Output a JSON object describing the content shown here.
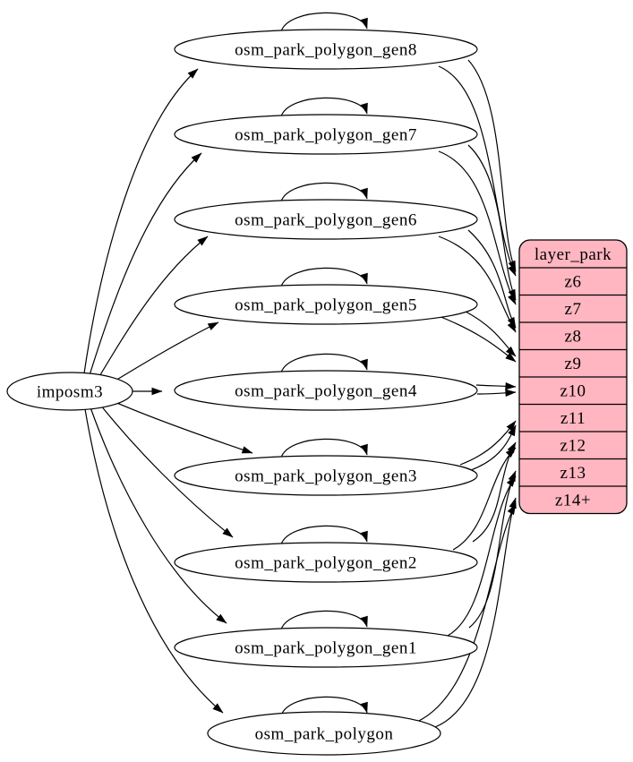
{
  "diagram": {
    "background": "#ffffff",
    "source": {
      "label": "imposm3"
    },
    "tables": [
      {
        "label": "osm_park_polygon_gen8",
        "feeds_zoom": "z6"
      },
      {
        "label": "osm_park_polygon_gen7",
        "feeds_zoom": "z7"
      },
      {
        "label": "osm_park_polygon_gen6",
        "feeds_zoom": "z8"
      },
      {
        "label": "osm_park_polygon_gen5",
        "feeds_zoom": "z9"
      },
      {
        "label": "osm_park_polygon_gen4",
        "feeds_zoom": "z10"
      },
      {
        "label": "osm_park_polygon_gen3",
        "feeds_zoom": "z11"
      },
      {
        "label": "osm_park_polygon_gen2",
        "feeds_zoom": "z12"
      },
      {
        "label": "osm_park_polygon_gen1",
        "feeds_zoom": "z13"
      },
      {
        "label": "osm_park_polygon",
        "feeds_zoom": "z14+"
      }
    ],
    "layer_table": {
      "header": "layer_park",
      "rows": [
        "z6",
        "z7",
        "z8",
        "z9",
        "z10",
        "z11",
        "z12",
        "z13",
        "z14+"
      ],
      "fill": "#ffb6c1",
      "stroke": "#000000"
    },
    "edges": [
      {
        "from": "imposm3",
        "to": "osm_park_polygon_gen8"
      },
      {
        "from": "imposm3",
        "to": "osm_park_polygon_gen7"
      },
      {
        "from": "imposm3",
        "to": "osm_park_polygon_gen6"
      },
      {
        "from": "imposm3",
        "to": "osm_park_polygon_gen5"
      },
      {
        "from": "imposm3",
        "to": "osm_park_polygon_gen4"
      },
      {
        "from": "imposm3",
        "to": "osm_park_polygon_gen3"
      },
      {
        "from": "imposm3",
        "to": "osm_park_polygon_gen2"
      },
      {
        "from": "imposm3",
        "to": "osm_park_polygon_gen1"
      },
      {
        "from": "imposm3",
        "to": "osm_park_polygon"
      },
      {
        "from": "osm_park_polygon_gen8",
        "to": "osm_park_polygon_gen8",
        "type": "self-loop"
      },
      {
        "from": "osm_park_polygon_gen7",
        "to": "osm_park_polygon_gen7",
        "type": "self-loop"
      },
      {
        "from": "osm_park_polygon_gen6",
        "to": "osm_park_polygon_gen6",
        "type": "self-loop"
      },
      {
        "from": "osm_park_polygon_gen5",
        "to": "osm_park_polygon_gen5",
        "type": "self-loop"
      },
      {
        "from": "osm_park_polygon_gen4",
        "to": "osm_park_polygon_gen4",
        "type": "self-loop"
      },
      {
        "from": "osm_park_polygon_gen3",
        "to": "osm_park_polygon_gen3",
        "type": "self-loop"
      },
      {
        "from": "osm_park_polygon_gen2",
        "to": "osm_park_polygon_gen2",
        "type": "self-loop"
      },
      {
        "from": "osm_park_polygon_gen1",
        "to": "osm_park_polygon_gen1",
        "type": "self-loop"
      },
      {
        "from": "osm_park_polygon",
        "to": "osm_park_polygon",
        "type": "self-loop"
      },
      {
        "from": "osm_park_polygon_gen8",
        "to": "layer_park:z6",
        "arrows": 2
      },
      {
        "from": "osm_park_polygon_gen7",
        "to": "layer_park:z7",
        "arrows": 2
      },
      {
        "from": "osm_park_polygon_gen6",
        "to": "layer_park:z8",
        "arrows": 2
      },
      {
        "from": "osm_park_polygon_gen5",
        "to": "layer_park:z9",
        "arrows": 2
      },
      {
        "from": "osm_park_polygon_gen4",
        "to": "layer_park:z10",
        "arrows": 2
      },
      {
        "from": "osm_park_polygon_gen3",
        "to": "layer_park:z11",
        "arrows": 2
      },
      {
        "from": "osm_park_polygon_gen2",
        "to": "layer_park:z12",
        "arrows": 2
      },
      {
        "from": "osm_park_polygon_gen1",
        "to": "layer_park:z13",
        "arrows": 2
      },
      {
        "from": "osm_park_polygon",
        "to": "layer_park:z14+",
        "arrows": 2
      }
    ]
  }
}
